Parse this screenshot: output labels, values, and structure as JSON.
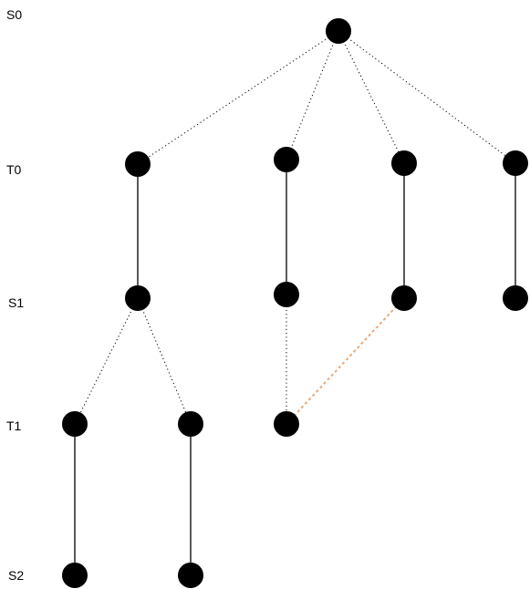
{
  "levels": [
    {
      "id": "S0",
      "label": "S0"
    },
    {
      "id": "T0",
      "label": "T0"
    },
    {
      "id": "S1",
      "label": "S1"
    },
    {
      "id": "T1",
      "label": "T1"
    },
    {
      "id": "S2",
      "label": "S2"
    }
  ],
  "nodes": [
    {
      "id": "s0-root",
      "level": "S0"
    },
    {
      "id": "t0-a",
      "level": "T0"
    },
    {
      "id": "t0-b",
      "level": "T0"
    },
    {
      "id": "t0-c",
      "level": "T0"
    },
    {
      "id": "t0-d",
      "level": "T0"
    },
    {
      "id": "s1-a",
      "level": "S1"
    },
    {
      "id": "s1-b",
      "level": "S1"
    },
    {
      "id": "s1-c",
      "level": "S1"
    },
    {
      "id": "s1-d",
      "level": "S1"
    },
    {
      "id": "t1-a",
      "level": "T1"
    },
    {
      "id": "t1-b",
      "level": "T1"
    },
    {
      "id": "t1-c",
      "level": "T1"
    },
    {
      "id": "s2-a",
      "level": "S2"
    },
    {
      "id": "s2-b",
      "level": "S2"
    }
  ],
  "edges": [
    {
      "from": "s0-root",
      "to": "t0-a",
      "style": "dotted"
    },
    {
      "from": "s0-root",
      "to": "t0-b",
      "style": "dotted"
    },
    {
      "from": "s0-root",
      "to": "t0-c",
      "style": "dotted"
    },
    {
      "from": "s0-root",
      "to": "t0-d",
      "style": "dotted"
    },
    {
      "from": "t0-a",
      "to": "s1-a",
      "style": "solid"
    },
    {
      "from": "t0-b",
      "to": "s1-b",
      "style": "solid"
    },
    {
      "from": "t0-c",
      "to": "s1-c",
      "style": "solid"
    },
    {
      "from": "t0-d",
      "to": "s1-d",
      "style": "solid"
    },
    {
      "from": "s1-a",
      "to": "t1-a",
      "style": "dotted"
    },
    {
      "from": "s1-a",
      "to": "t1-b",
      "style": "dotted"
    },
    {
      "from": "s1-b",
      "to": "t1-c",
      "style": "dotted"
    },
    {
      "from": "s1-c",
      "to": "t1-c",
      "style": "highlight"
    },
    {
      "from": "t1-a",
      "to": "s2-a",
      "style": "solid"
    },
    {
      "from": "t1-b",
      "to": "s2-b",
      "style": "solid"
    }
  ],
  "colors": {
    "node": "#000000",
    "edge": "#000000",
    "highlight_edge": "#e8a878"
  }
}
